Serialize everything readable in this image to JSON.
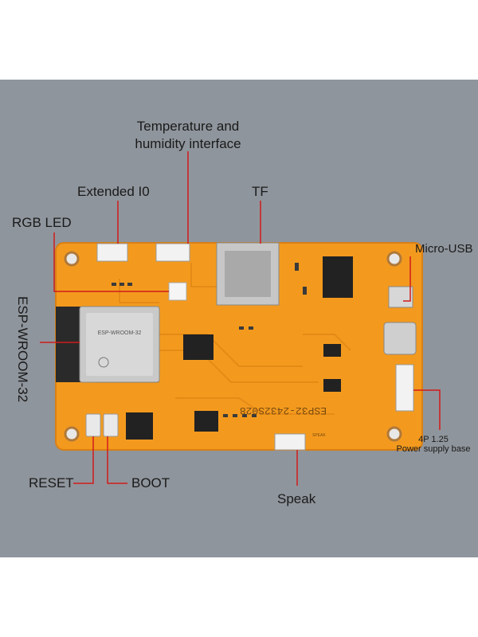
{
  "labels": {
    "temperature": "Temperature and\nhumidity interface",
    "extended_io": "Extended I0",
    "tf": "TF",
    "rgb_led": "RGB LED",
    "micro_usb": "Micro-USB",
    "esp_module_side": "ESP-WROOM-32",
    "reset": "RESET",
    "boot": "BOOT",
    "speak": "Speak",
    "power_base": "4P 1.25\nPower supply base"
  },
  "board": {
    "model_silk": "ESP32-2432S028",
    "module_name": "ESP-WROOM-32",
    "speak_silk": "SPEAK"
  },
  "colors": {
    "background": "#8f959c",
    "pcb": "#f39a1e",
    "pcb_dark": "#d97f14",
    "module": "#c9c9c9",
    "leader": "#d11b1b",
    "label_text": "#1a1a1a"
  }
}
